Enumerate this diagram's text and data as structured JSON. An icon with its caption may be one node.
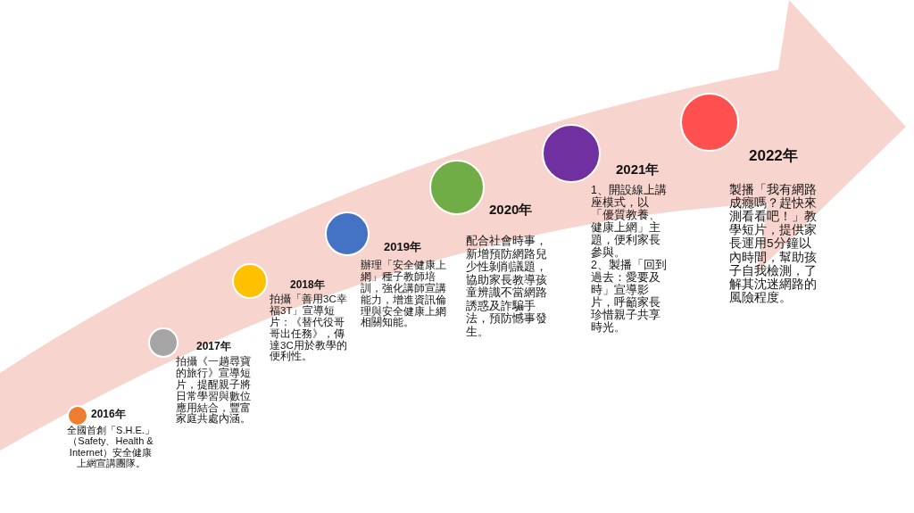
{
  "diagram": {
    "nodes": [
      {
        "text": [],
        "shape": "circle",
        "beside": [
          "2016年",
          "全國首創「S.H.E.」（Safety、Health & Internet）安全健康上網宣講團隊。"
        ]
      },
      {
        "text": [],
        "shape": "circle",
        "beside": [
          "2017年",
          "拍攝《一趟尋寶的旅行》宣導短片，提醒親子將日常學習與數位應用結合，豐富家庭共處內涵。"
        ]
      },
      {
        "text": [],
        "shape": "circle",
        "beside": [
          "2018年",
          "拍攝「善用3C幸福3T」宣導短片：《替代役哥哥出任務》，傳達3C用於教學的便利性。"
        ]
      },
      {
        "text": [],
        "shape": "circle",
        "beside": [
          "2019年",
          "辦理「安全健康上網」種子教師培訓，強化講師宣講能力，增進資訊倫理與安全健康上網相關知能。"
        ]
      },
      {
        "text": [],
        "shape": "circle",
        "beside": [
          "2020年",
          "配合社會時事，新增預防網路兒少性剝削議題，協助家長教導孩童辨識不當網路誘惑及詐騙手法，預防憾事發生。"
        ]
      },
      {
        "text": [],
        "shape": "circle",
        "beside": [
          "2021年",
          "1、開設線上講座模式，以「優質教養、健康上網」主題，便利家長參與。",
          "2、製播「回到過去：愛要及時」宣導影片，呼籲家長珍惜親子共享時光。"
        ]
      },
      {
        "text": [],
        "shape": "circle",
        "beside": [
          "2022年",
          "製播「我有網路成癮嗎？趕快來測看看吧！」教學短片，提供家長運用5分鐘以內時間，幫助孩子自我檢測，了解其沈迷網路的風險程度。"
        ]
      }
    ]
  }
}
